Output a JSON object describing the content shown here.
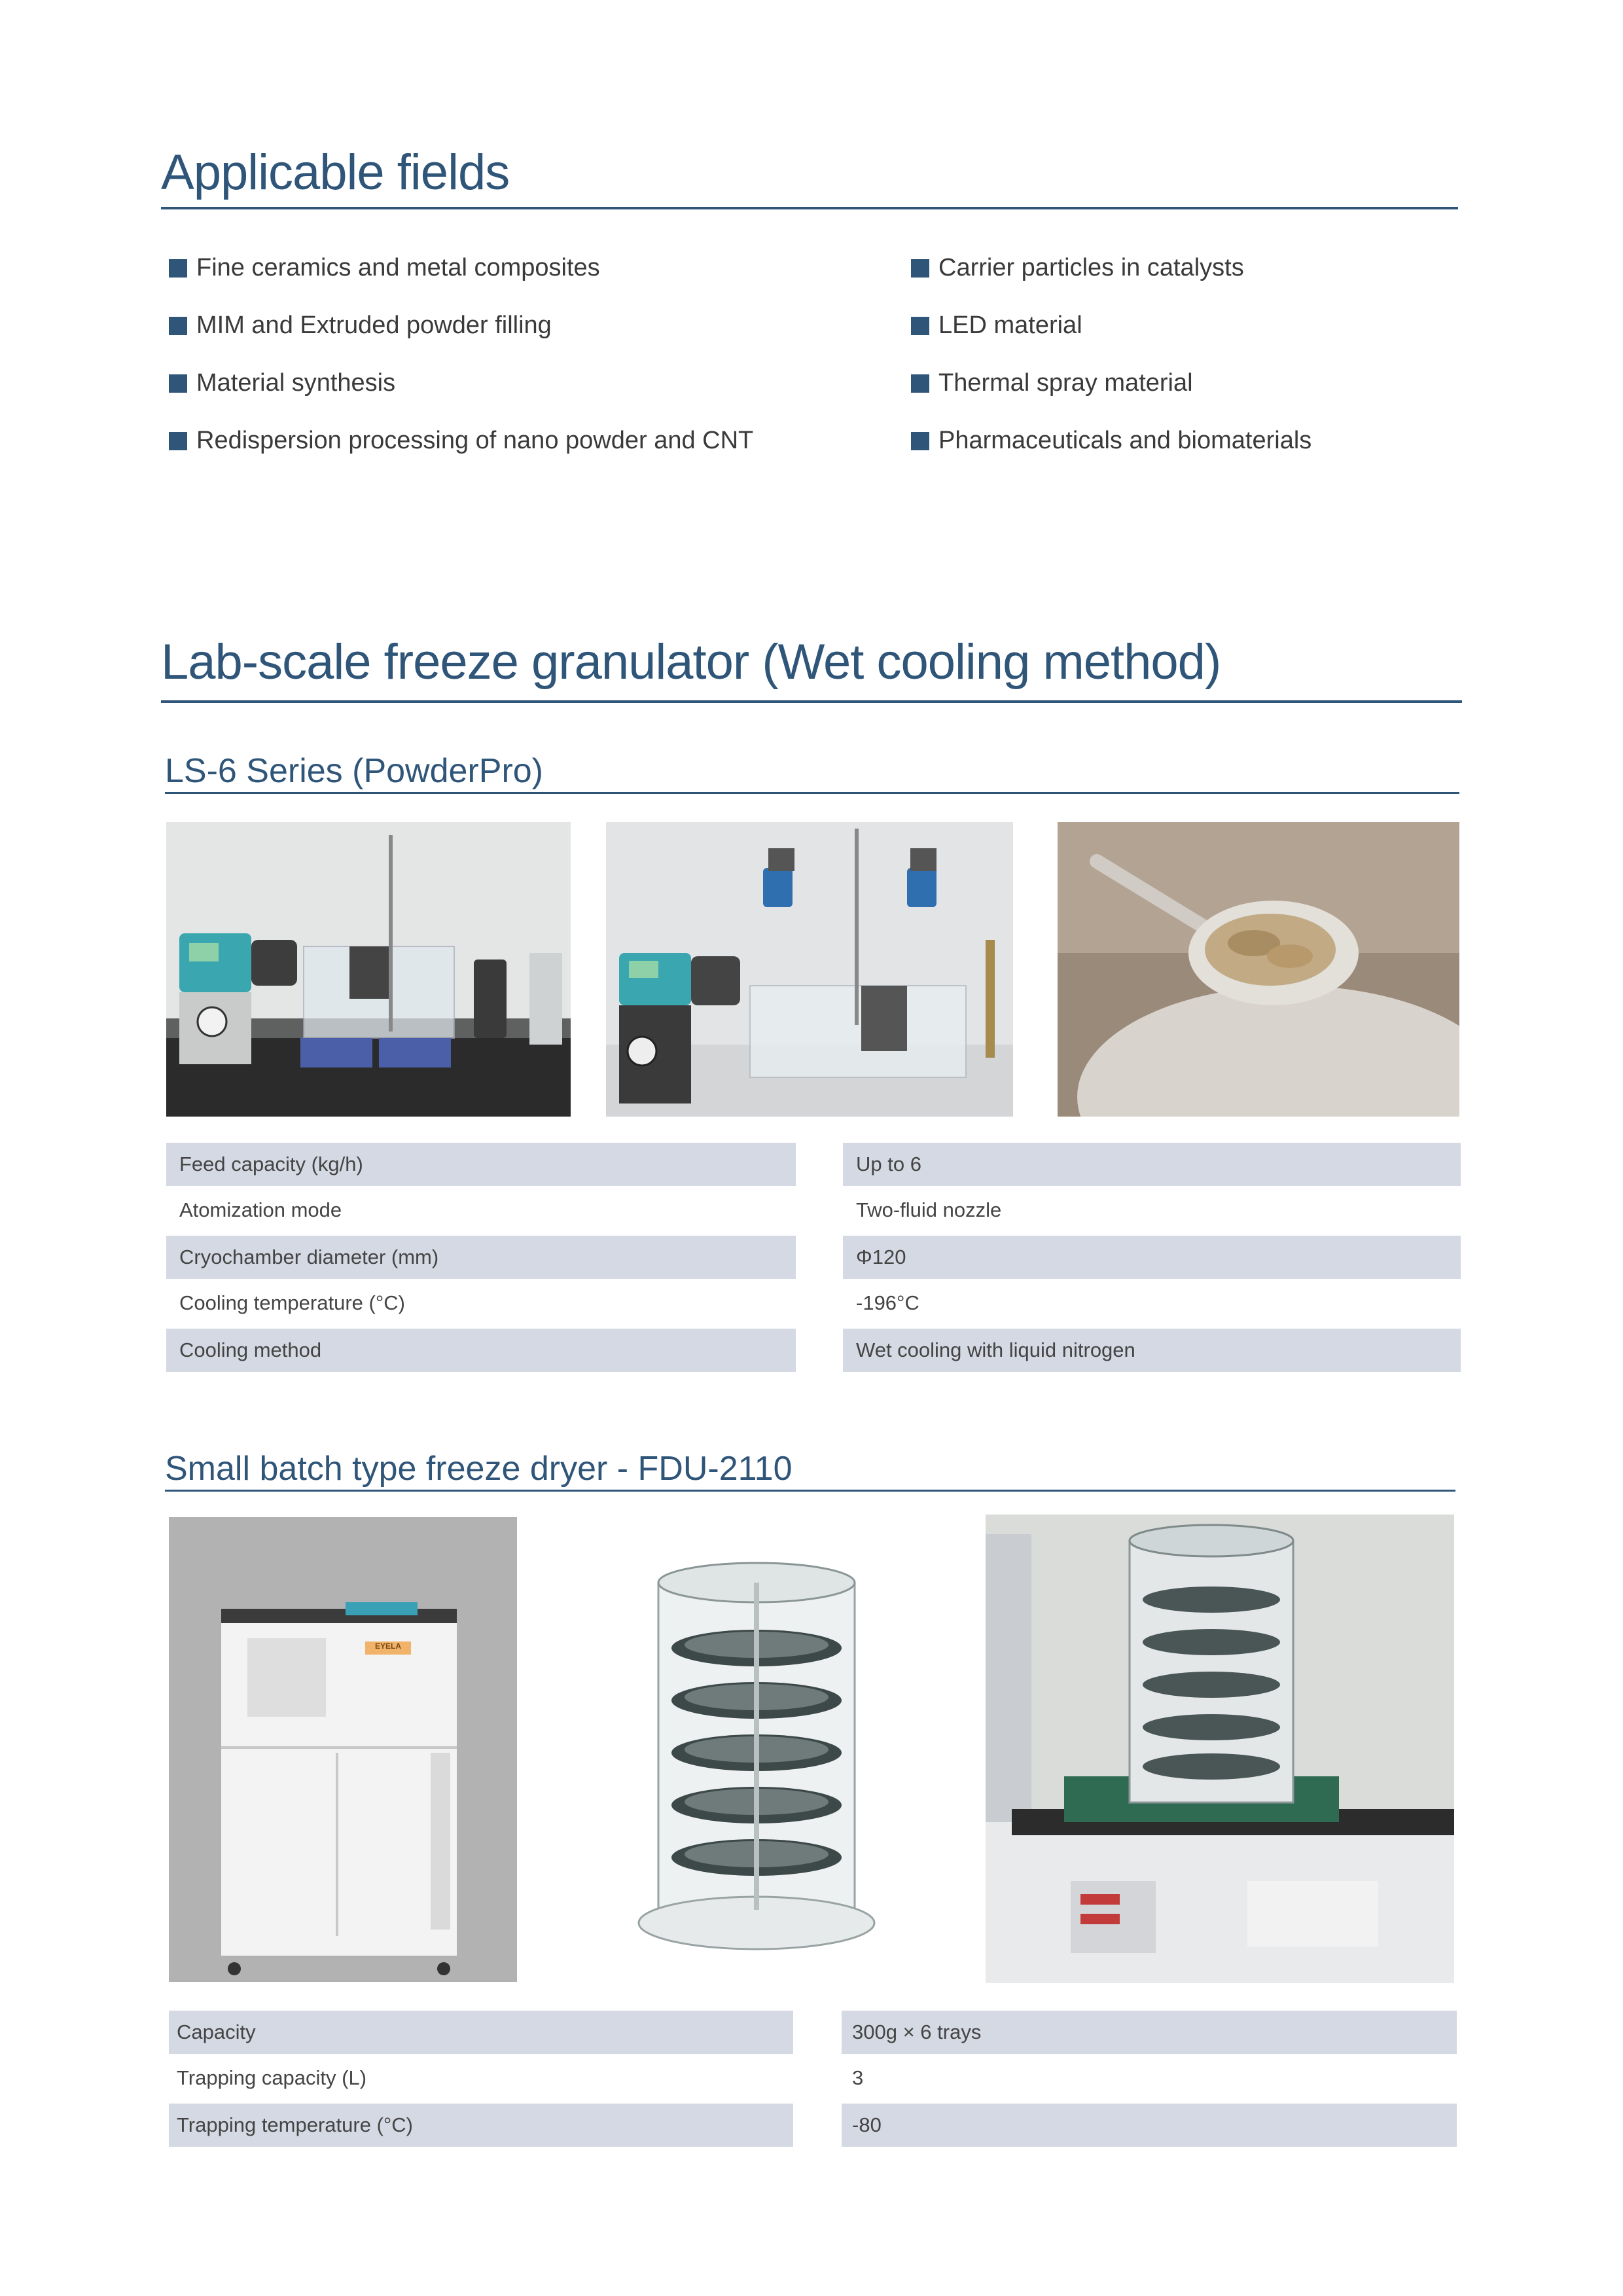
{
  "applicable": {
    "title": "Applicable fields",
    "left": [
      "Fine ceramics and metal composites",
      "MIM and Extruded powder filling",
      "Material synthesis",
      "Redispersion processing of nano powder and CNT"
    ],
    "right": [
      "Carrier particles in catalysts",
      "LED material",
      "Thermal spray material",
      "Pharmaceuticals and biomaterials"
    ]
  },
  "granulator": {
    "title": "Lab-scale freeze granulator (Wet cooling method)",
    "subtitle": "LS-6 Series (PowderPro)",
    "photos": [
      "granulator-setup-photo",
      "granulator-mixers-photo",
      "granulated-powder-photo"
    ],
    "specs": [
      {
        "label": "Feed capacity (kg/h)",
        "value": "Up to 6"
      },
      {
        "label": "Atomization mode",
        "value": "Two-fluid nozzle"
      },
      {
        "label": "Cryochamber diameter (mm)",
        "value": "Φ120"
      },
      {
        "label": "Cooling temperature (°C)",
        "value": "-196°C"
      },
      {
        "label": "Cooling method",
        "value": "Wet cooling with liquid nitrogen"
      }
    ]
  },
  "dryer": {
    "subtitle": "Small batch type freeze dryer - FDU-2110",
    "brand_label": "EYELA",
    "photos": [
      "freeze-dryer-unit-photo",
      "tray-rack-photo",
      "dryer-in-use-photo"
    ],
    "specs": [
      {
        "label": "Capacity",
        "value": "300g × 6 trays"
      },
      {
        "label": "Trapping capacity (L)",
        "value": "3"
      },
      {
        "label": "Trapping temperature (°C)",
        "value": "-80"
      }
    ]
  },
  "colors": {
    "heading": "#2f5579",
    "row_shade": "#d5d9e3",
    "bullet": "#2f5579"
  }
}
